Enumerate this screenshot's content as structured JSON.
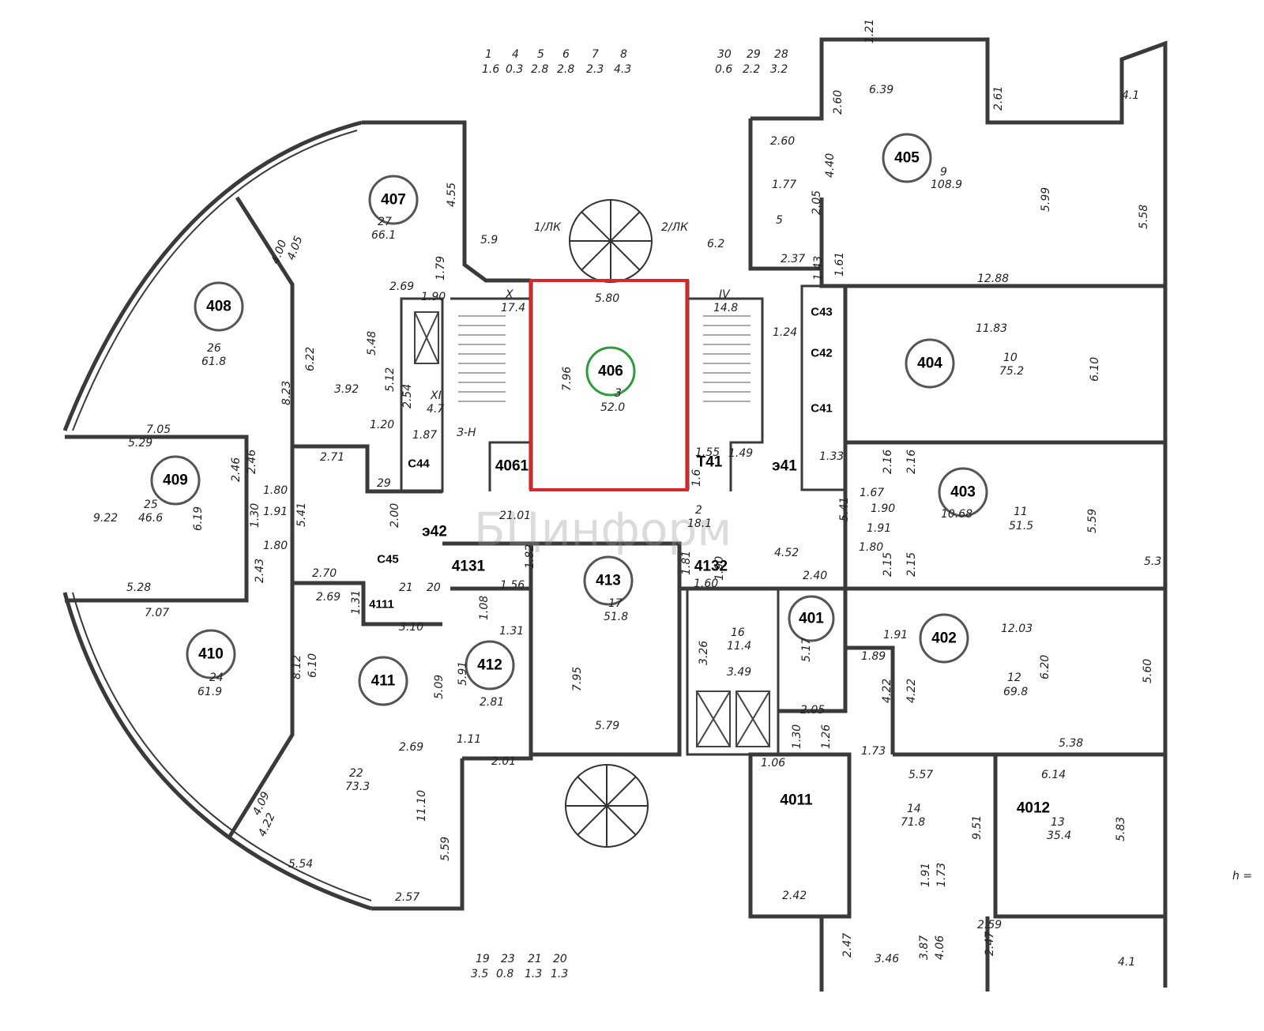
{
  "colors": {
    "wall": "#3a3a3a",
    "highlight_unit": "#d62828",
    "highlight_circle": "#2e9b3a"
  },
  "room_labels": {
    "r401": "401",
    "r402": "402",
    "r403": "403",
    "r404": "404",
    "r405": "405",
    "r406": "406",
    "r407": "407",
    "r408": "408",
    "r409": "409",
    "r410": "410",
    "r411": "411",
    "r412": "412",
    "r413": "413",
    "r4011": "4011",
    "r4012": "4012",
    "r4061": "4061",
    "r4111": "4111",
    "r4131": "4131",
    "r4132": "4132",
    "c41": "С41",
    "c42": "С42",
    "c43": "С43",
    "c44": "С44",
    "c45": "С45",
    "t41": "Т41",
    "e41": "э41",
    "e42": "э42"
  },
  "area_fractions": {
    "f9": {
      "num": "9",
      "den": "108.9"
    },
    "f10": {
      "num": "10",
      "den": "75.2"
    },
    "f11": {
      "num": "11",
      "den": "51.5"
    },
    "f12": {
      "num": "12",
      "den": "69.8"
    },
    "f13": {
      "num": "13",
      "den": "35.4"
    },
    "f14": {
      "num": "14",
      "den": "71.8"
    },
    "f16": {
      "num": "16",
      "den": "11.4"
    },
    "f17": {
      "num": "17",
      "den": "51.8"
    },
    "f2": {
      "num": "2",
      "den": "18.1"
    },
    "f3": {
      "num": "3",
      "den": "52.0"
    },
    "f22": {
      "num": "22",
      "den": "73.3"
    },
    "f24": {
      "num": "24",
      "den": "61.9"
    },
    "f25": {
      "num": "25",
      "den": "46.6"
    },
    "f26": {
      "num": "26",
      "den": "61.8"
    },
    "f27": {
      "num": "27",
      "den": "66.1"
    },
    "fXI": {
      "num": "XI",
      "den": "4.7"
    },
    "fX": {
      "num": "X",
      "den": "17.4"
    },
    "fIV": {
      "num": "IV",
      "den": "14.8"
    }
  },
  "header_top_left": [
    {
      "num": "1",
      "den": "1.6"
    },
    {
      "num": "4",
      "den": "0.3"
    },
    {
      "num": "5",
      "den": "2.8"
    },
    {
      "num": "6",
      "den": "2.8"
    },
    {
      "num": "7",
      "den": "2.3"
    },
    {
      "num": "8",
      "den": "4.3"
    }
  ],
  "header_top_right": [
    {
      "num": "30",
      "den": "0.6"
    },
    {
      "num": "29",
      "den": "2.2"
    },
    {
      "num": "28",
      "den": "3.2"
    }
  ],
  "header_bottom": [
    {
      "num": "19",
      "den": "3.5"
    },
    {
      "num": "23",
      "den": "0.8"
    },
    {
      "num": "21",
      "den": "1.3"
    },
    {
      "num": "20",
      "den": "1.3"
    }
  ],
  "stair_labels": {
    "lk1": "1/ЛК",
    "lk2": "2/ЛК",
    "zn": "З-Н"
  },
  "dims": {
    "d1": "6.39",
    "d2": "2.60",
    "d3": "2.61",
    "d4": "4.1",
    "d5": "2.60",
    "d6": "4.40",
    "d7": "5.99",
    "d8": "5.58",
    "d9": "1.77",
    "d10": "2.05",
    "d11": "5",
    "d12": "2.37",
    "d13": "1.43",
    "d14": "1.61",
    "d15": "12.88",
    "d16": "11.83",
    "d17": "6.10",
    "d18": "1.24",
    "d19": "4.55",
    "d20": "5.9",
    "d21": "6.2",
    "d22": "5.80",
    "d23": "7.96",
    "d24": "1.79",
    "d25": "2.69",
    "d26": "1.90",
    "d27": "5.48",
    "d28": "5.12",
    "d29": "2.54",
    "d30": "3.92",
    "d31": "6.22",
    "d32": "8.23",
    "d33": "4.05",
    "d34": "4.00",
    "d35": "7.05",
    "d36": "5.29",
    "d37": "2.46",
    "d38": "1.80",
    "d39": "1.30",
    "d40": "1.91",
    "d41": "9.22",
    "d42": "6.19",
    "d43": "5.41",
    "d44": "2.71",
    "d45": "1.20",
    "d46": "1.87",
    "d47": "29",
    "d48": "2.00",
    "d49": "21.01",
    "d50": "1.55",
    "d51": "1.49",
    "d52": "1.33",
    "d53": "1.6",
    "d54": "2.16",
    "d55": "2.16",
    "d56": "1.67",
    "d57": "1.90",
    "d58": "1.91",
    "d59": "5.59",
    "d60": "10.68",
    "d61": "5.41",
    "d62": "4.52",
    "d63": "1.80",
    "d64": "2.15",
    "d65": "2.15",
    "d66": "5.3",
    "d67": "2.43",
    "d68": "1.80",
    "d69": "5.28",
    "d70": "7.07",
    "d71": "2.70",
    "d72": "2.69",
    "d73": "1.31",
    "d74": "3.10",
    "d75": "21",
    "d76": "20",
    "d77": "1.82",
    "d78": "1.56",
    "d79": "1.08",
    "d80": "1.31",
    "d81": "1.81",
    "d82": "1.60",
    "d83": "1.90",
    "d84": "2.40",
    "d85": "3.26",
    "d86": "3.49",
    "d87": "7.95",
    "d88": "5.79",
    "d89": "5.91",
    "d90": "5.09",
    "d91": "2.81",
    "d92": "1.11",
    "d93": "2.01",
    "d94": "8.12",
    "d95": "6.10",
    "d96": "2.69",
    "d97": "11.10",
    "d98": "5.59",
    "d99": "4.09",
    "d100": "4.22",
    "d101": "5.54",
    "d102": "2.57",
    "d103": "12.03",
    "d104": "6.20",
    "d105": "5.60",
    "d106": "1.91",
    "d107": "1.89",
    "d108": "4.22",
    "d109": "4.22",
    "d110": "5.17",
    "d111": "2.05",
    "d112": "5.38",
    "d113": "1.30",
    "d114": "1.26",
    "d115": "1.73",
    "d116": "1.06",
    "d117": "5.57",
    "d118": "6.14",
    "d119": "9.51",
    "d120": "5.83",
    "d121": "2.42",
    "d122": "1.91",
    "d123": "1.73",
    "d124": "2.59",
    "d125": "2.47",
    "d126": "2.47",
    "d127": "3.46",
    "d128": "3.87",
    "d129": "4.06",
    "d130": "4.1",
    "d131": "1.21"
  },
  "watermark": "БЦинформ",
  "h_label": "h ="
}
